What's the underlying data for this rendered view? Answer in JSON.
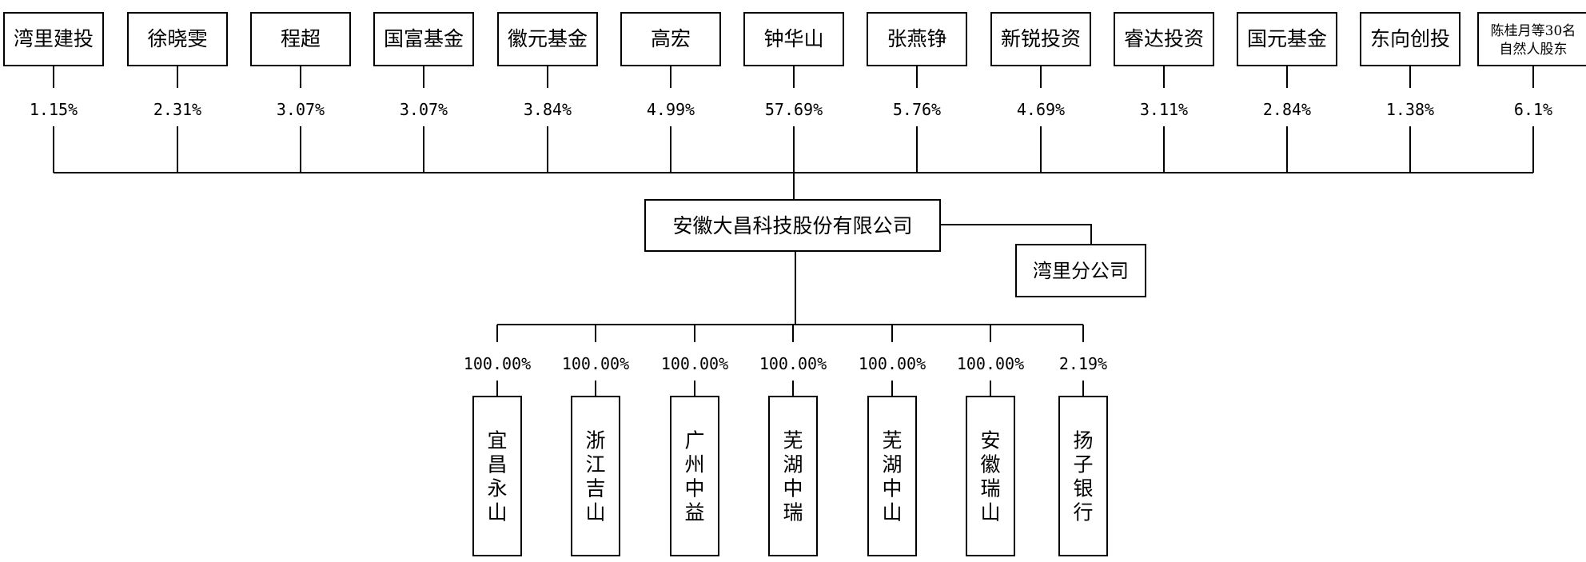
{
  "shareholders": [
    {
      "name": [
        "湾里建投"
      ],
      "pct": "1.15%"
    },
    {
      "name": [
        "徐晓雯"
      ],
      "pct": "2.31%"
    },
    {
      "name": [
        "程超"
      ],
      "pct": "3.07%"
    },
    {
      "name": [
        "国富基金"
      ],
      "pct": "3.07%"
    },
    {
      "name": [
        "徽元基金"
      ],
      "pct": "3.84%"
    },
    {
      "name": [
        "高宏"
      ],
      "pct": "4.99%"
    },
    {
      "name": [
        "钟华山"
      ],
      "pct": "57.69%"
    },
    {
      "name": [
        "张燕铮"
      ],
      "pct": "5.76%"
    },
    {
      "name": [
        "新锐投资"
      ],
      "pct": "4.69%"
    },
    {
      "name": [
        "睿达投资"
      ],
      "pct": "3.11%"
    },
    {
      "name": [
        "国元基金"
      ],
      "pct": "2.84%"
    },
    {
      "name": [
        "东向创投"
      ],
      "pct": "1.38%"
    },
    {
      "name": [
        "陈桂月等30名",
        "自然人股东"
      ],
      "pct": "6.1%"
    }
  ],
  "company": {
    "name": "安徽大昌科技股份有限公司"
  },
  "branch": {
    "name": "湾里分公司"
  },
  "subsidiaries": [
    {
      "name": "宜昌永山",
      "pct": "100.00%"
    },
    {
      "name": "浙江吉山",
      "pct": "100.00%"
    },
    {
      "name": "广州中益",
      "pct": "100.00%"
    },
    {
      "name": "芜湖中瑞",
      "pct": "100.00%"
    },
    {
      "name": "芜湖中山",
      "pct": "100.00%"
    },
    {
      "name": "安徽瑞山",
      "pct": "100.00%"
    },
    {
      "name": "扬子银行",
      "pct": "2.19%"
    }
  ]
}
